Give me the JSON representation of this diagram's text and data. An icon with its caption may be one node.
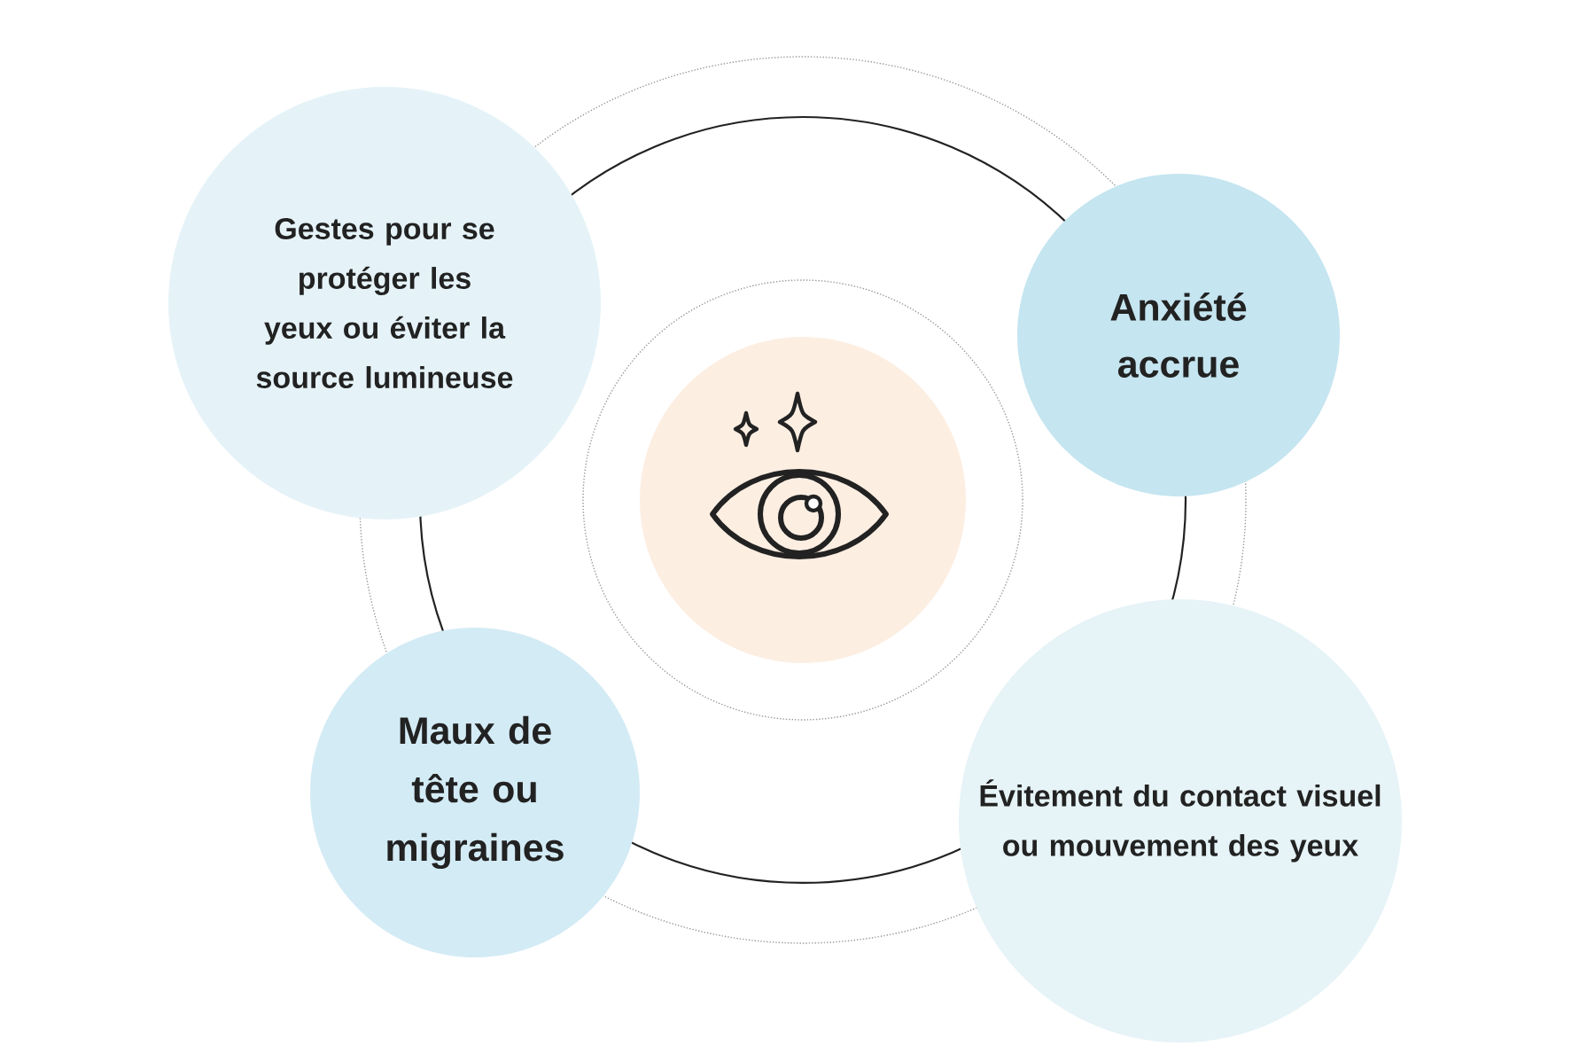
{
  "diagram": {
    "nodes": [
      {
        "text": [
          "Gestes pour se protéger les yeux ou éviter la source lumineuse"
        ]
      },
      {
        "text": [
          "Anxiété accrue"
        ]
      },
      {
        "text": [],
        "shape": "circle"
      },
      {
        "text": [
          "Maux de tête ou migraines"
        ]
      },
      {
        "text": [
          "Évitement du contact visuel ou mouvement des yeux"
        ]
      }
    ]
  }
}
